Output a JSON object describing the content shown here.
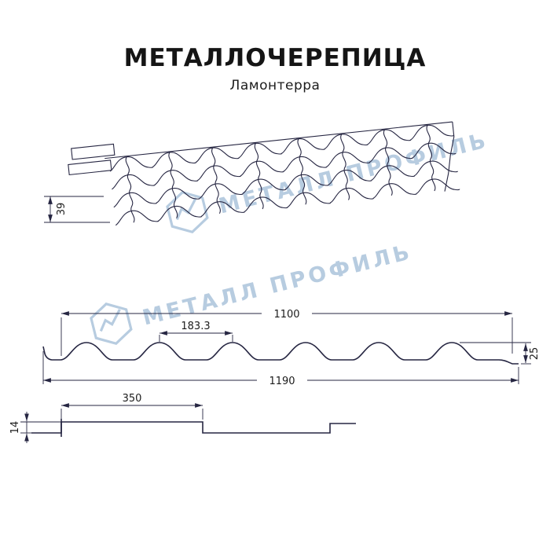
{
  "title": "МЕТАЛЛОЧЕРЕПИЦА",
  "subtitle": "Ламонтерра",
  "watermark": {
    "text": "МЕТАЛЛ ПРОФИЛЬ",
    "color": "#b7cce0"
  },
  "colors": {
    "line": "#262642",
    "text": "#1b1b1b",
    "background": "#ffffff"
  },
  "dimensions": {
    "batten_height": "39",
    "cover_width": "1100",
    "wave_step": "183.3",
    "profile_height": "25",
    "sheet_width": "1190",
    "module_length": "350",
    "step_height": "14"
  }
}
